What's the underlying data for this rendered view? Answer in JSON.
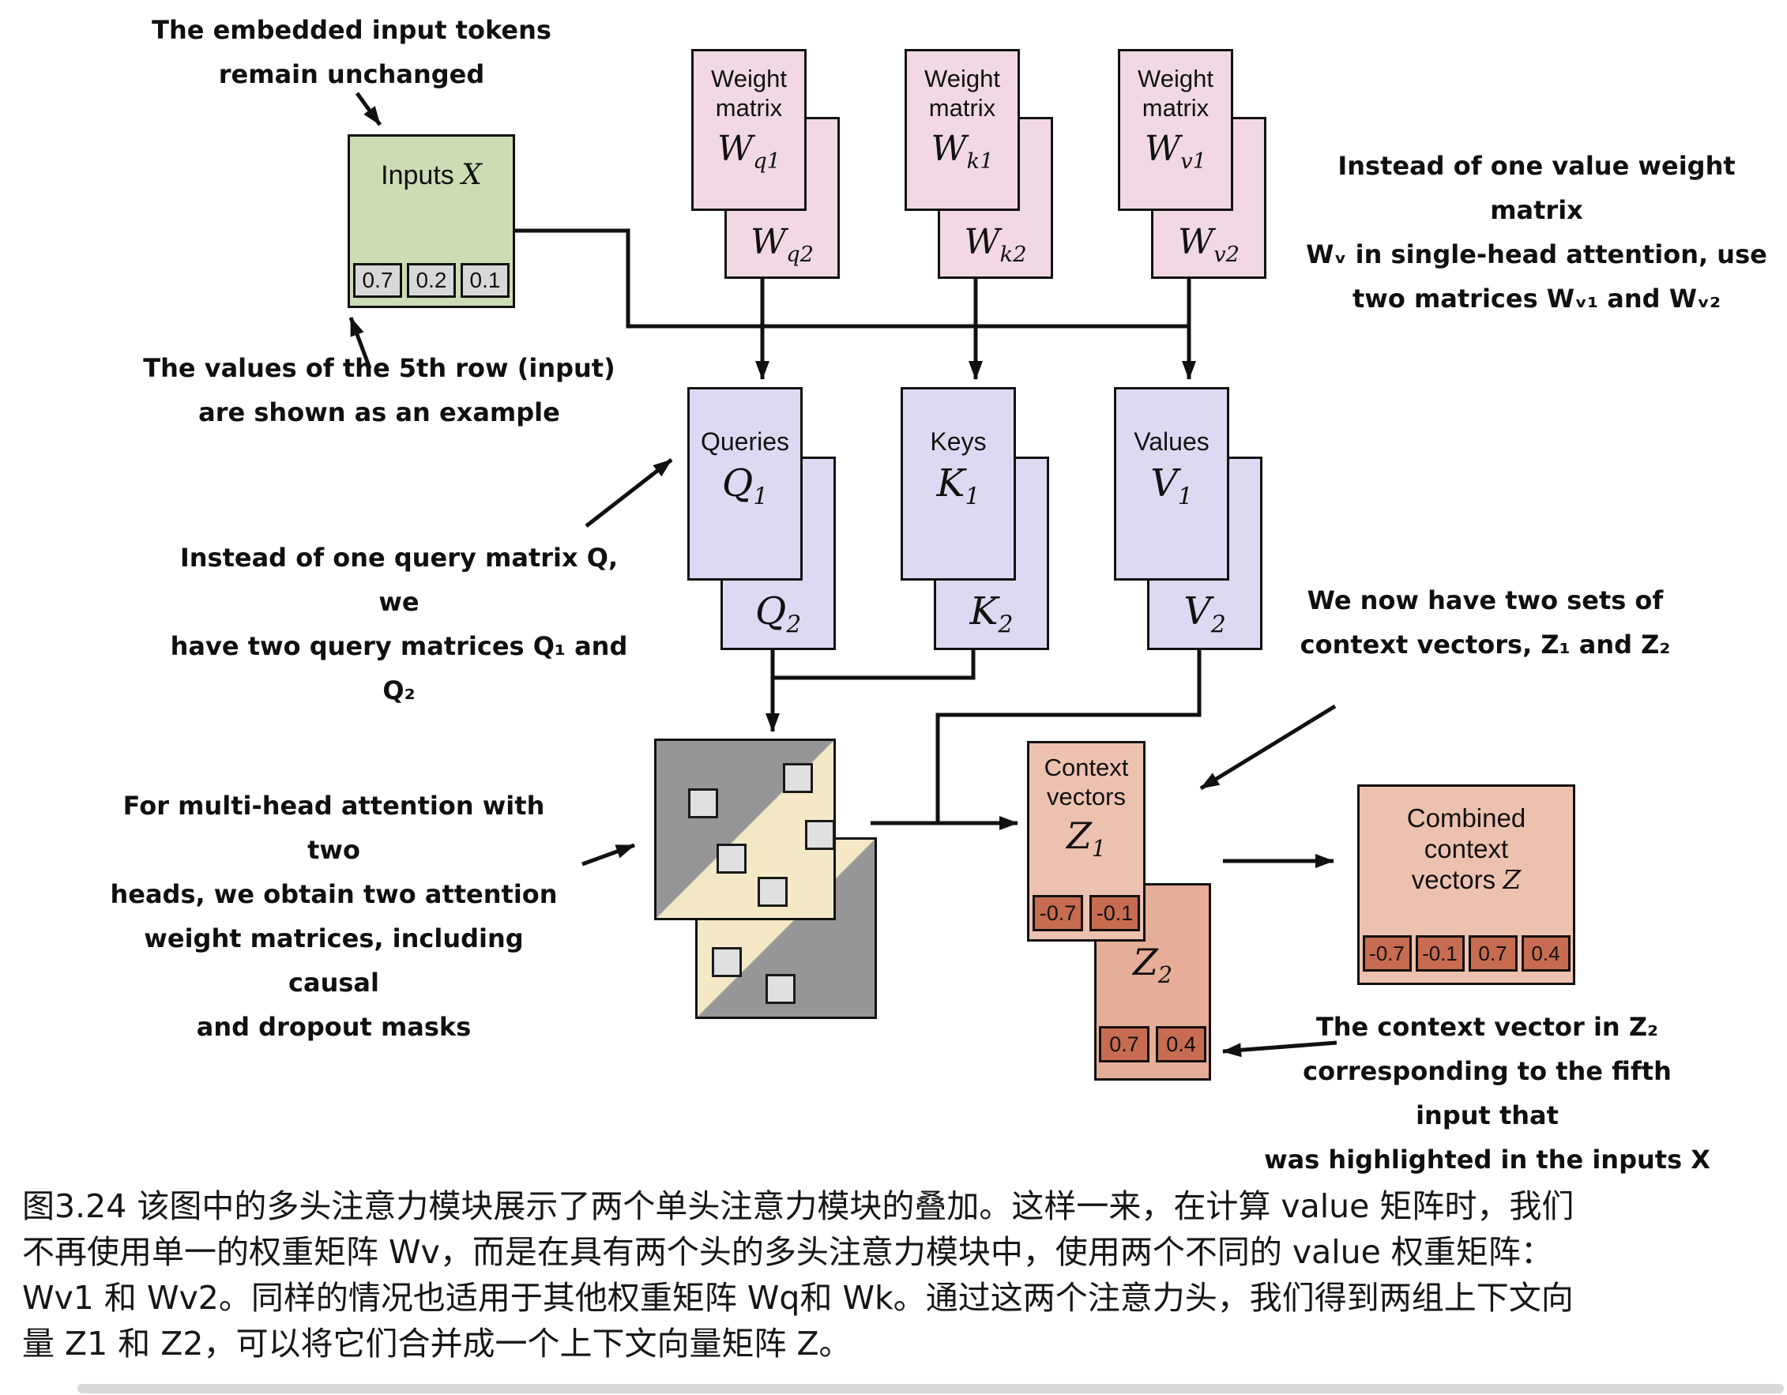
{
  "figure": {
    "caption_lines": [
      "图3.24 该图中的多头注意力模块展示了两个单头注意力模块的叠加。这样一来，在计算 value 矩阵时，我们",
      "不再使用单一的权重矩阵 Wv，而是在具有两个头的多头注意力模块中，使用两个不同的 value 权重矩阵：",
      "Wv1 和 Wv2。同样的情况也适用于其他权重矩阵 Wq和 Wk。通过这两个注意力头，我们得到两组上下文向",
      "量 Z1 和 Z2，可以将它们合并成一个上下文向量矩阵 Z。"
    ]
  },
  "annotations": {
    "embedded": [
      "The embedded input tokens",
      "remain unchanged"
    ],
    "fifth_row": [
      "The values of the 5th row (input)",
      "are shown as an example"
    ],
    "value_weights": [
      "Instead of one value weight matrix",
      "Wᵥ in single-head attention, use",
      "two matrices Wᵥ₁ and Wᵥ₂"
    ],
    "query": [
      "Instead of one query matrix Q, we",
      "have two query matrices Q₁ and Q₂"
    ],
    "multihead": [
      "For multi-head attention with two",
      "heads, we obtain two attention",
      "weight matrices, including causal",
      "and dropout masks"
    ],
    "context_sets": [
      "We now have two sets of",
      "context vectors, Z₁ and Z₂"
    ],
    "z2_vector": [
      "The context vector in Z₂",
      "corresponding to the fifth input that",
      "was highlighted in the inputs X"
    ]
  },
  "inputs": {
    "label_text": "Inputs",
    "label_var": "X",
    "cells": [
      "0.7",
      "0.2",
      "0.1"
    ]
  },
  "weights": [
    {
      "title_lines": [
        "Weight",
        "matrix"
      ],
      "front": {
        "base": "W",
        "sub": "q1"
      },
      "back": {
        "base": "W",
        "sub": "q2"
      }
    },
    {
      "title_lines": [
        "Weight",
        "matrix"
      ],
      "front": {
        "base": "W",
        "sub": "k1"
      },
      "back": {
        "base": "W",
        "sub": "k2"
      }
    },
    {
      "title_lines": [
        "Weight",
        "matrix"
      ],
      "front": {
        "base": "W",
        "sub": "v1"
      },
      "back": {
        "base": "W",
        "sub": "v2"
      }
    }
  ],
  "qkv": [
    {
      "title": "Queries",
      "front": {
        "base": "Q",
        "sub": "1"
      },
      "back": {
        "base": "Q",
        "sub": "2"
      }
    },
    {
      "title": "Keys",
      "front": {
        "base": "K",
        "sub": "1"
      },
      "back": {
        "base": "K",
        "sub": "2"
      }
    },
    {
      "title": "Values",
      "front": {
        "base": "V",
        "sub": "1"
      },
      "back": {
        "base": "V",
        "sub": "2"
      }
    }
  ],
  "context": {
    "title_lines": [
      "Context",
      "vectors"
    ],
    "z1": {
      "base": "Z",
      "sub": "1"
    },
    "z1_cells": [
      "-0.7",
      "-0.1"
    ],
    "z2": {
      "base": "Z",
      "sub": "2"
    },
    "z2_cells": [
      "0.7",
      "0.4"
    ]
  },
  "combined": {
    "title_lines": [
      "Combined",
      "context"
    ],
    "title_line3_text": "vectors",
    "var": "Z",
    "cells": [
      "-0.7",
      "-0.1",
      "0.7",
      "0.4"
    ]
  },
  "colors": {
    "inputs_fill": "#ccdcb4",
    "weights_fill": "#f2d8e4",
    "qkv_fill": "#dcdaf2",
    "mask_gray": "#969696",
    "mask_cream": "#f4e8c6",
    "context_fill": "#edc1af",
    "context_back_fill": "#e6ad98",
    "value_cell_fill": "#c76b51",
    "input_cell_fill": "#d8d8d8"
  }
}
